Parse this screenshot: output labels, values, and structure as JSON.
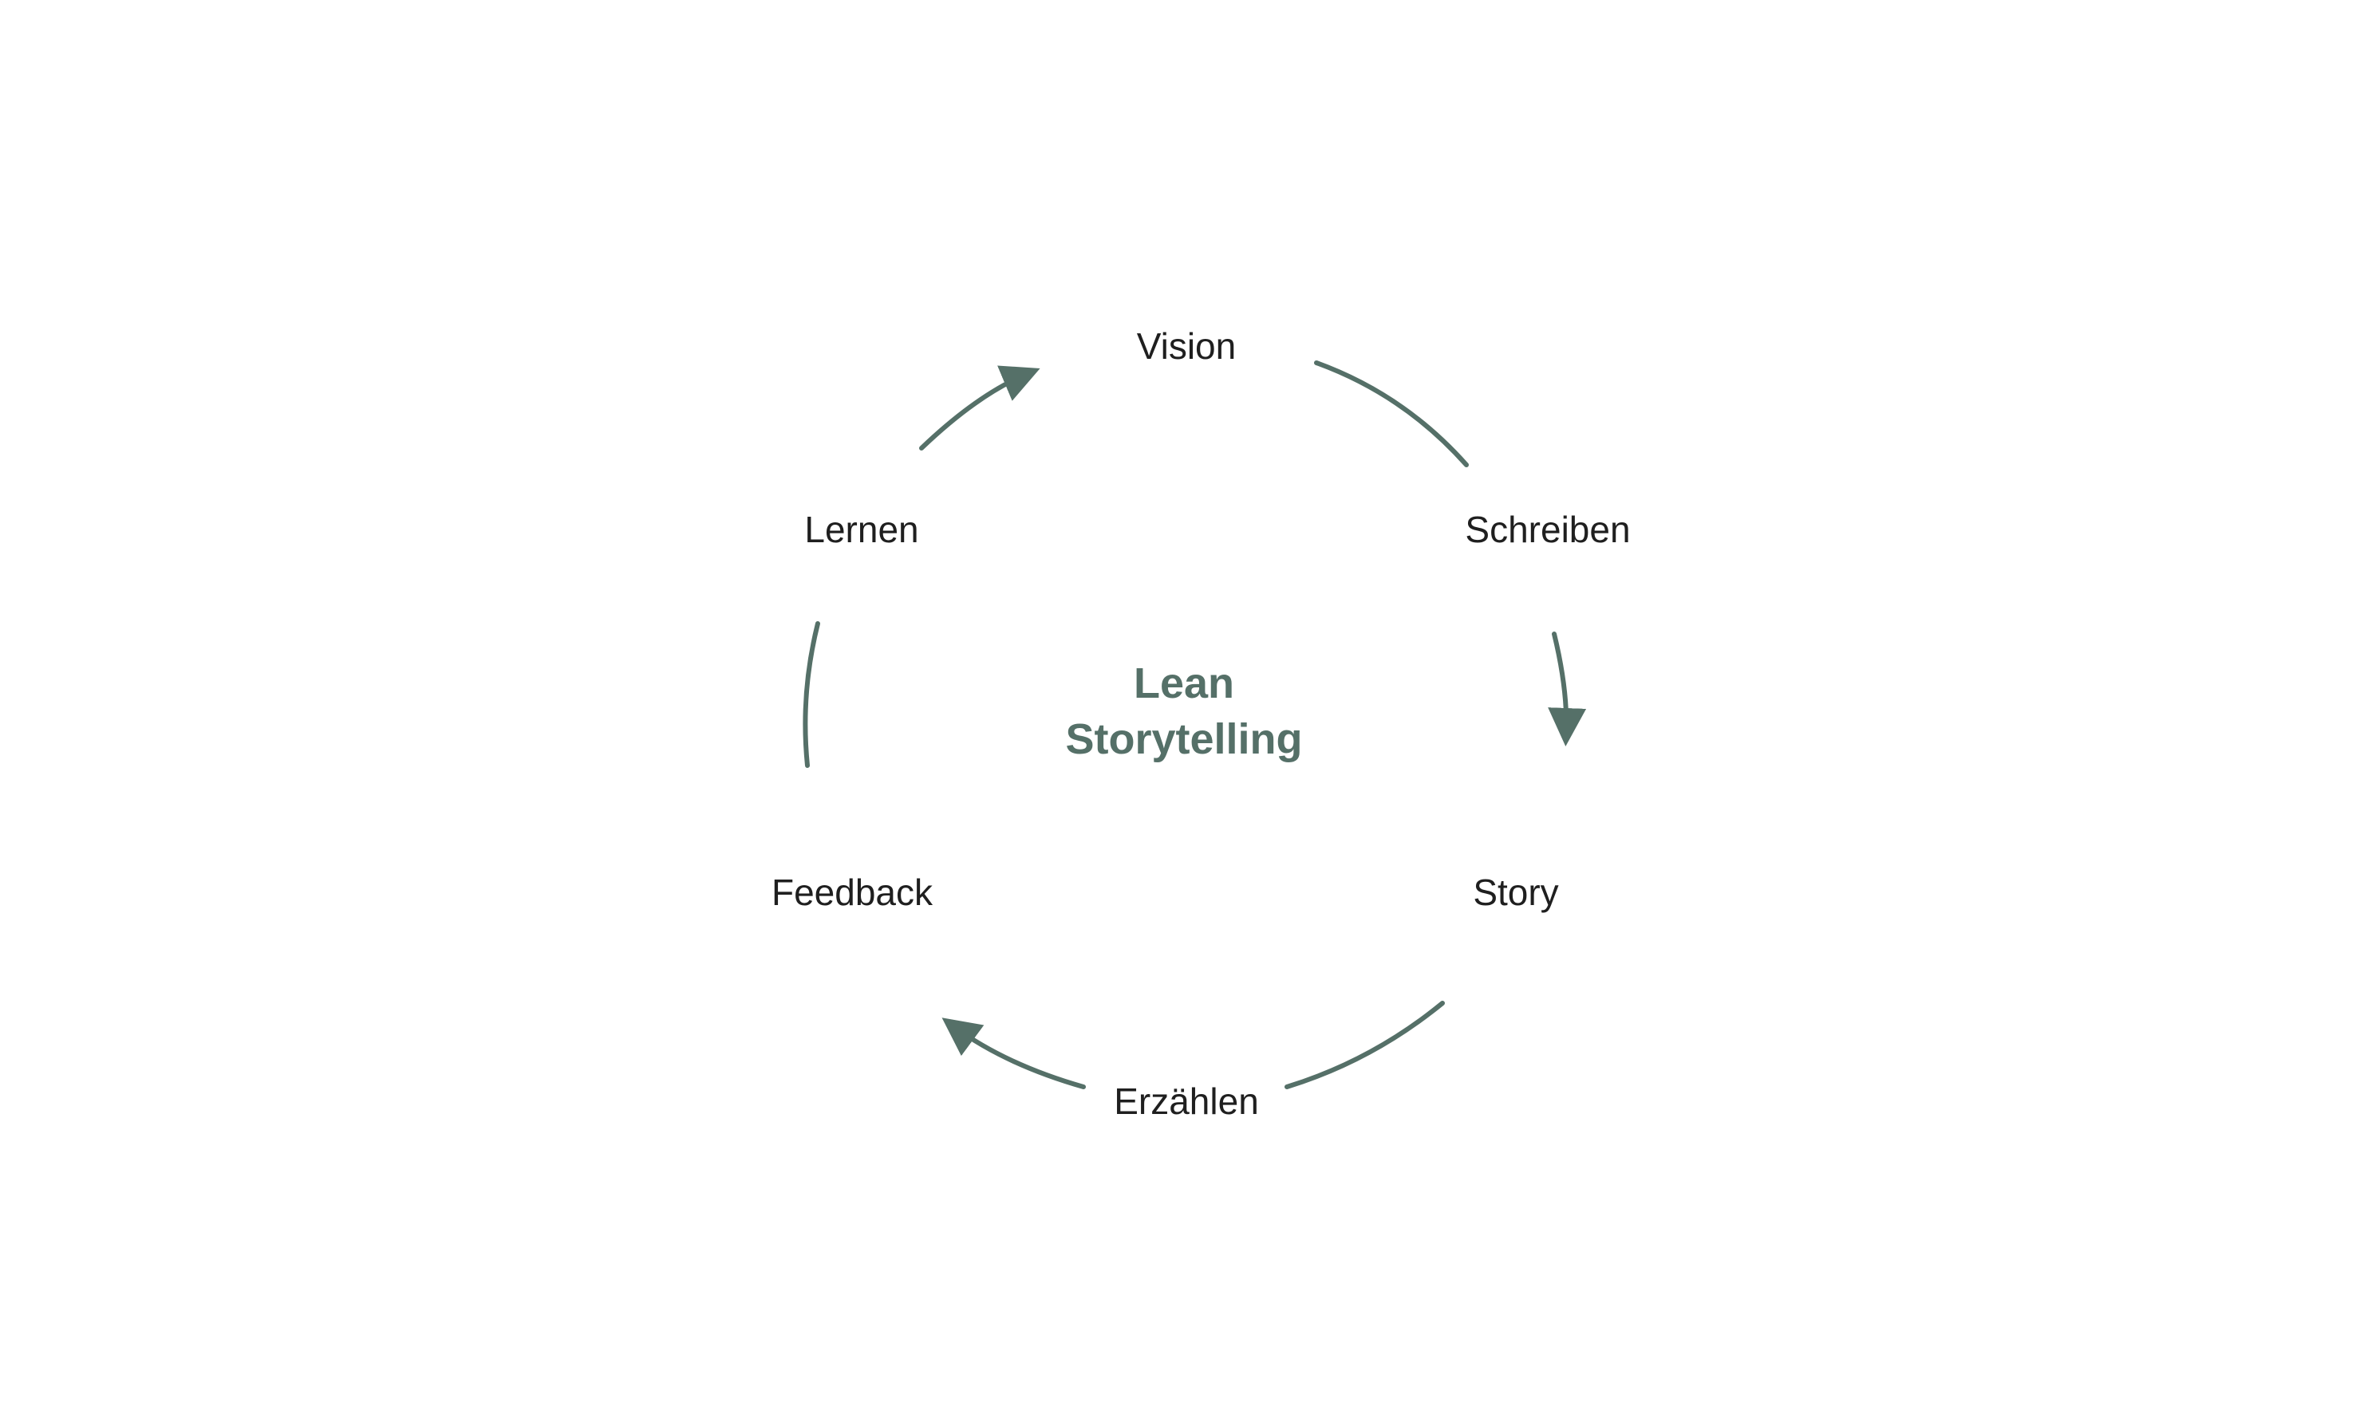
{
  "diagram": {
    "center_title_line1": "Lean",
    "center_title_line2": "Storytelling",
    "stages": [
      {
        "label": "Vision"
      },
      {
        "label": "Schreiben"
      },
      {
        "label": "Story"
      },
      {
        "label": "Erzählen"
      },
      {
        "label": "Feedback"
      },
      {
        "label": "Lernen"
      }
    ],
    "accent_color": "#557068",
    "text_color": "#1f1f1f"
  }
}
